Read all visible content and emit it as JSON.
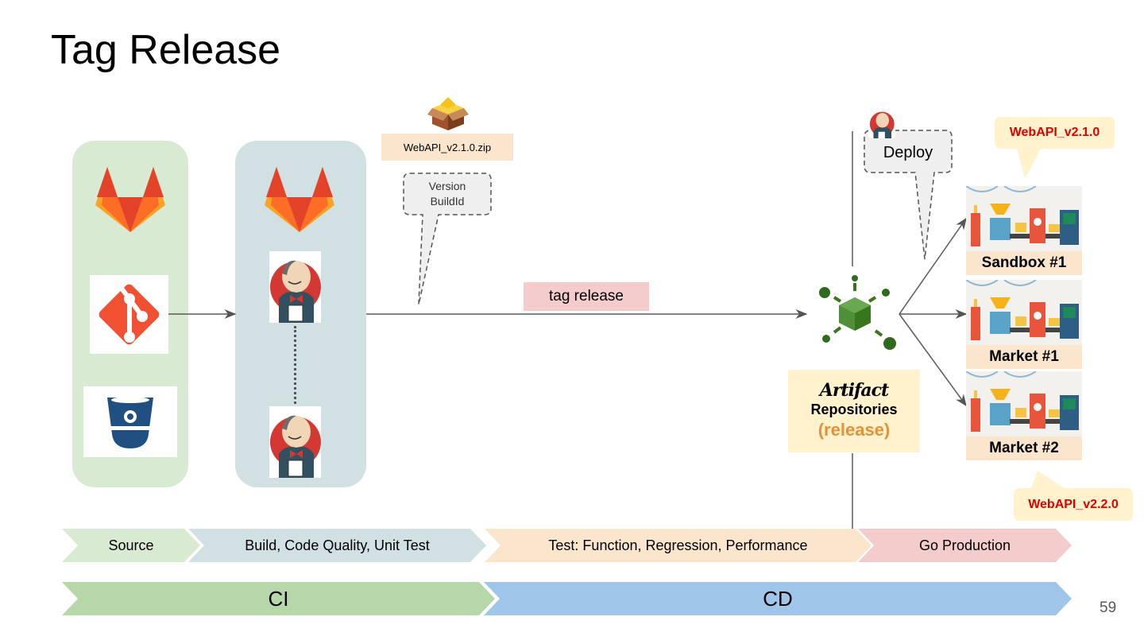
{
  "slide": {
    "title": "Tag Release",
    "page_number": "59"
  },
  "source_panel": {
    "icons": [
      "gitlab-logo",
      "git-logo",
      "bitbucket-logo"
    ]
  },
  "build_panel": {
    "icons": [
      "gitlab-logo",
      "jenkins-logo",
      "jenkins-logo"
    ]
  },
  "artifact_package": {
    "icon": "package-box",
    "file_name": "WebAPI_v2.1.0.zip"
  },
  "version_callout": {
    "line1": "Version",
    "line2": "BuildId"
  },
  "flow": {
    "tag_release_label": "tag release"
  },
  "deploy_callout": {
    "label": "Deploy",
    "icon": "jenkins-logo"
  },
  "artifact_repo": {
    "title": "Artifact",
    "subtitle": "Repositories",
    "qualifier": "(release)"
  },
  "environments": [
    {
      "label": "Sandbox #1"
    },
    {
      "label": "Market #1"
    },
    {
      "label": "Market #2"
    }
  ],
  "version_callouts": {
    "sandbox": "WebAPI_v2.1.0",
    "market2": "WebAPI_v2.2.0"
  },
  "stages": [
    {
      "label": "Source",
      "color": "#d9ead3"
    },
    {
      "label": "Build, Code Quality, Unit Test",
      "color": "#d0e0e3"
    },
    {
      "label": "Test: Function, Regression, Performance",
      "color": "#fce5cd"
    },
    {
      "label": "Go Production",
      "color": "#f4cccc"
    }
  ],
  "phases": [
    {
      "label": "CI",
      "color": "#b6d7a8"
    },
    {
      "label": "CD",
      "color": "#9fc5e8"
    }
  ]
}
